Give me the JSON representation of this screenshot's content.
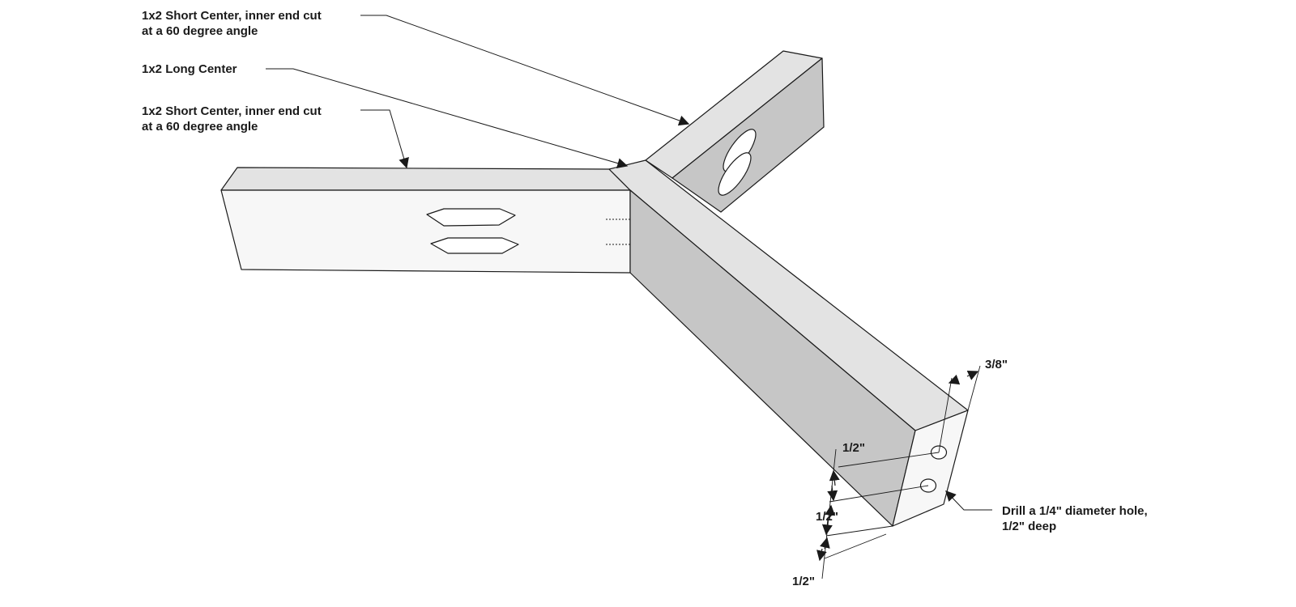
{
  "callouts": {
    "short_center_top": {
      "line1": "1x2 Short Center, inner end cut",
      "line2": "at a 60 degree angle"
    },
    "long_center": {
      "line1": "1x2 Long Center"
    },
    "short_center_left": {
      "line1": "1x2 Short Center, inner end cut",
      "line2": "at a 60 degree angle"
    },
    "drill_hole": {
      "line1": "Drill a 1/4\" diameter hole,",
      "line2": "1/2\" deep"
    }
  },
  "dimensions": {
    "edge_offset": "3/8\"",
    "top_spacing": "1/2\"",
    "middle_spacing": "1/2\"",
    "bottom_spacing": "1/2\""
  },
  "colors": {
    "outline": "#1a1a1a",
    "top_face": "#e3e3e3",
    "side_face": "#c6c6c6",
    "front_face": "#f7f7f7"
  }
}
